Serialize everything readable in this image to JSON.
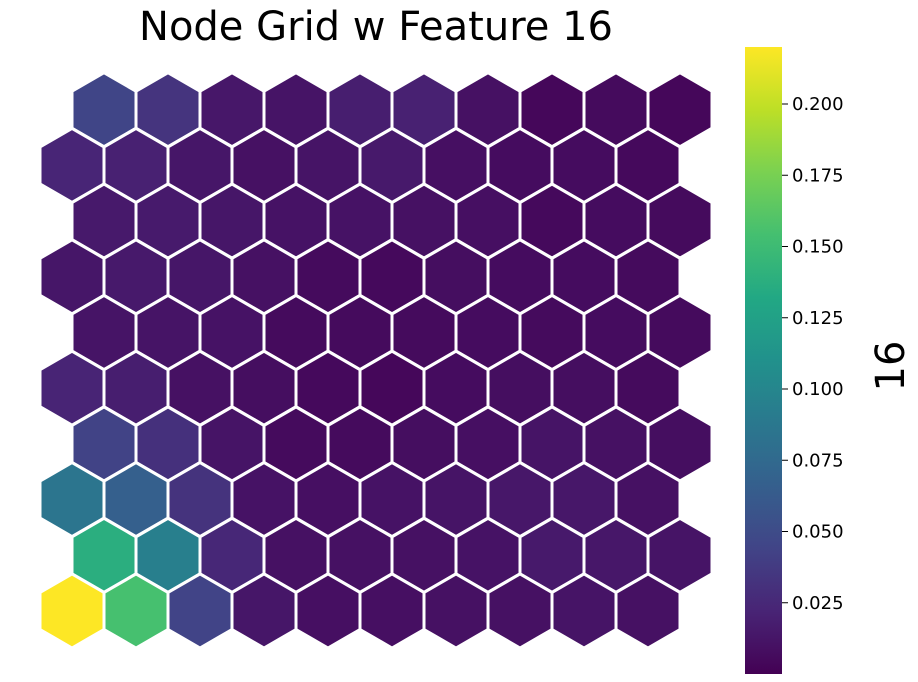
{
  "chart_data": {
    "type": "heatmap",
    "subtype": "hexagonal-som-node-grid",
    "title": "Node Grid w Feature 16",
    "colorbar_label": "16",
    "colormap": "viridis",
    "value_range": [
      0.0,
      0.22
    ],
    "colorbar_ticks": [
      {
        "value": 0.025,
        "label": "0.025"
      },
      {
        "value": 0.05,
        "label": "0.050"
      },
      {
        "value": 0.075,
        "label": "0.075"
      },
      {
        "value": 0.1,
        "label": "0.100"
      },
      {
        "value": 0.125,
        "label": "0.125"
      },
      {
        "value": 0.15,
        "label": "0.150"
      },
      {
        "value": 0.175,
        "label": "0.175"
      },
      {
        "value": 0.2,
        "label": "0.200"
      }
    ],
    "grid": {
      "rows": 10,
      "cols": 10,
      "odd_rows_offset": true,
      "row_order": "top-to-bottom",
      "hex_edge_color": "#ffffff"
    },
    "values": [
      [
        0.045,
        0.033,
        0.014,
        0.012,
        0.018,
        0.02,
        0.01,
        0.004,
        0.006,
        0.004
      ],
      [
        0.023,
        0.02,
        0.013,
        0.01,
        0.012,
        0.015,
        0.009,
        0.007,
        0.007,
        0.005
      ],
      [
        0.015,
        0.016,
        0.013,
        0.011,
        0.011,
        0.01,
        0.009,
        0.005,
        0.007,
        0.006
      ],
      [
        0.013,
        0.015,
        0.013,
        0.01,
        0.006,
        0.005,
        0.008,
        0.007,
        0.007,
        0.006
      ],
      [
        0.012,
        0.012,
        0.011,
        0.006,
        0.006,
        0.006,
        0.007,
        0.006,
        0.007,
        0.006
      ],
      [
        0.022,
        0.018,
        0.01,
        0.008,
        0.005,
        0.004,
        0.007,
        0.008,
        0.008,
        0.006
      ],
      [
        0.043,
        0.03,
        0.012,
        0.006,
        0.006,
        0.008,
        0.009,
        0.012,
        0.01,
        0.008
      ],
      [
        0.085,
        0.067,
        0.032,
        0.011,
        0.009,
        0.011,
        0.012,
        0.014,
        0.014,
        0.01
      ],
      [
        0.138,
        0.094,
        0.024,
        0.01,
        0.01,
        0.01,
        0.011,
        0.015,
        0.014,
        0.012
      ],
      [
        0.22,
        0.155,
        0.044,
        0.013,
        0.009,
        0.009,
        0.01,
        0.01,
        0.012,
        0.01
      ]
    ]
  }
}
